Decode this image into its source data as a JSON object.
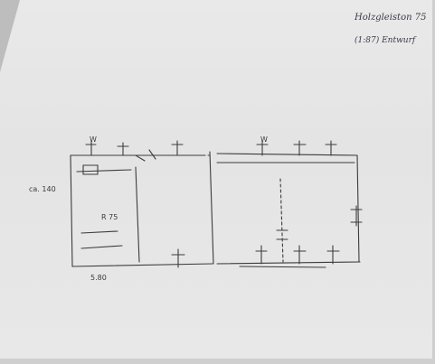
{
  "photo": {
    "subject": "hand-drawn track plan sketch on paper",
    "paper_color": "#e6e6e6",
    "ink_color": "#3a3a3a"
  },
  "notes": {
    "heading_line_1": "Holzgleiston 75",
    "heading_line_2": "(1:87) Entwurf"
  },
  "labels": {
    "left_side": "ca. 140",
    "bottom_left": "5.80",
    "mid_left": "R 75",
    "w_mark": "W"
  }
}
